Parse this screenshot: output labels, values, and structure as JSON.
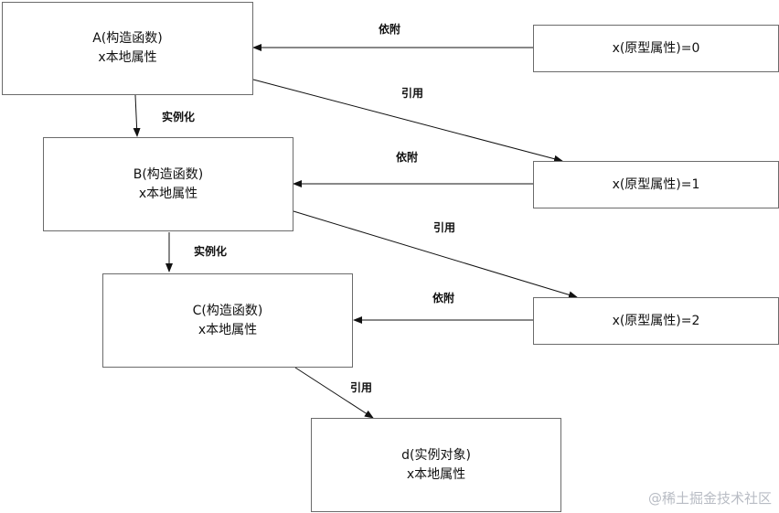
{
  "nodes": {
    "A": {
      "title": "A(构造函数)",
      "subtitle": "x本地属性"
    },
    "B": {
      "title": "B(构造函数)",
      "subtitle": "x本地属性"
    },
    "C": {
      "title": "C(构造函数)",
      "subtitle": "x本地属性"
    },
    "D": {
      "title": "d(实例对象)",
      "subtitle": "x本地属性"
    },
    "P0": {
      "title": "x(原型属性)=0"
    },
    "P1": {
      "title": "x(原型属性)=1"
    },
    "P2": {
      "title": "x(原型属性)=2"
    }
  },
  "edges": {
    "p0_a": "依附",
    "a_p1": "引用",
    "a_b": "实例化",
    "p1_b": "依附",
    "b_p2": "引用",
    "b_c": "实例化",
    "p2_c": "依附",
    "c_d": "引用"
  },
  "watermark": "@稀土掘金技术社区"
}
